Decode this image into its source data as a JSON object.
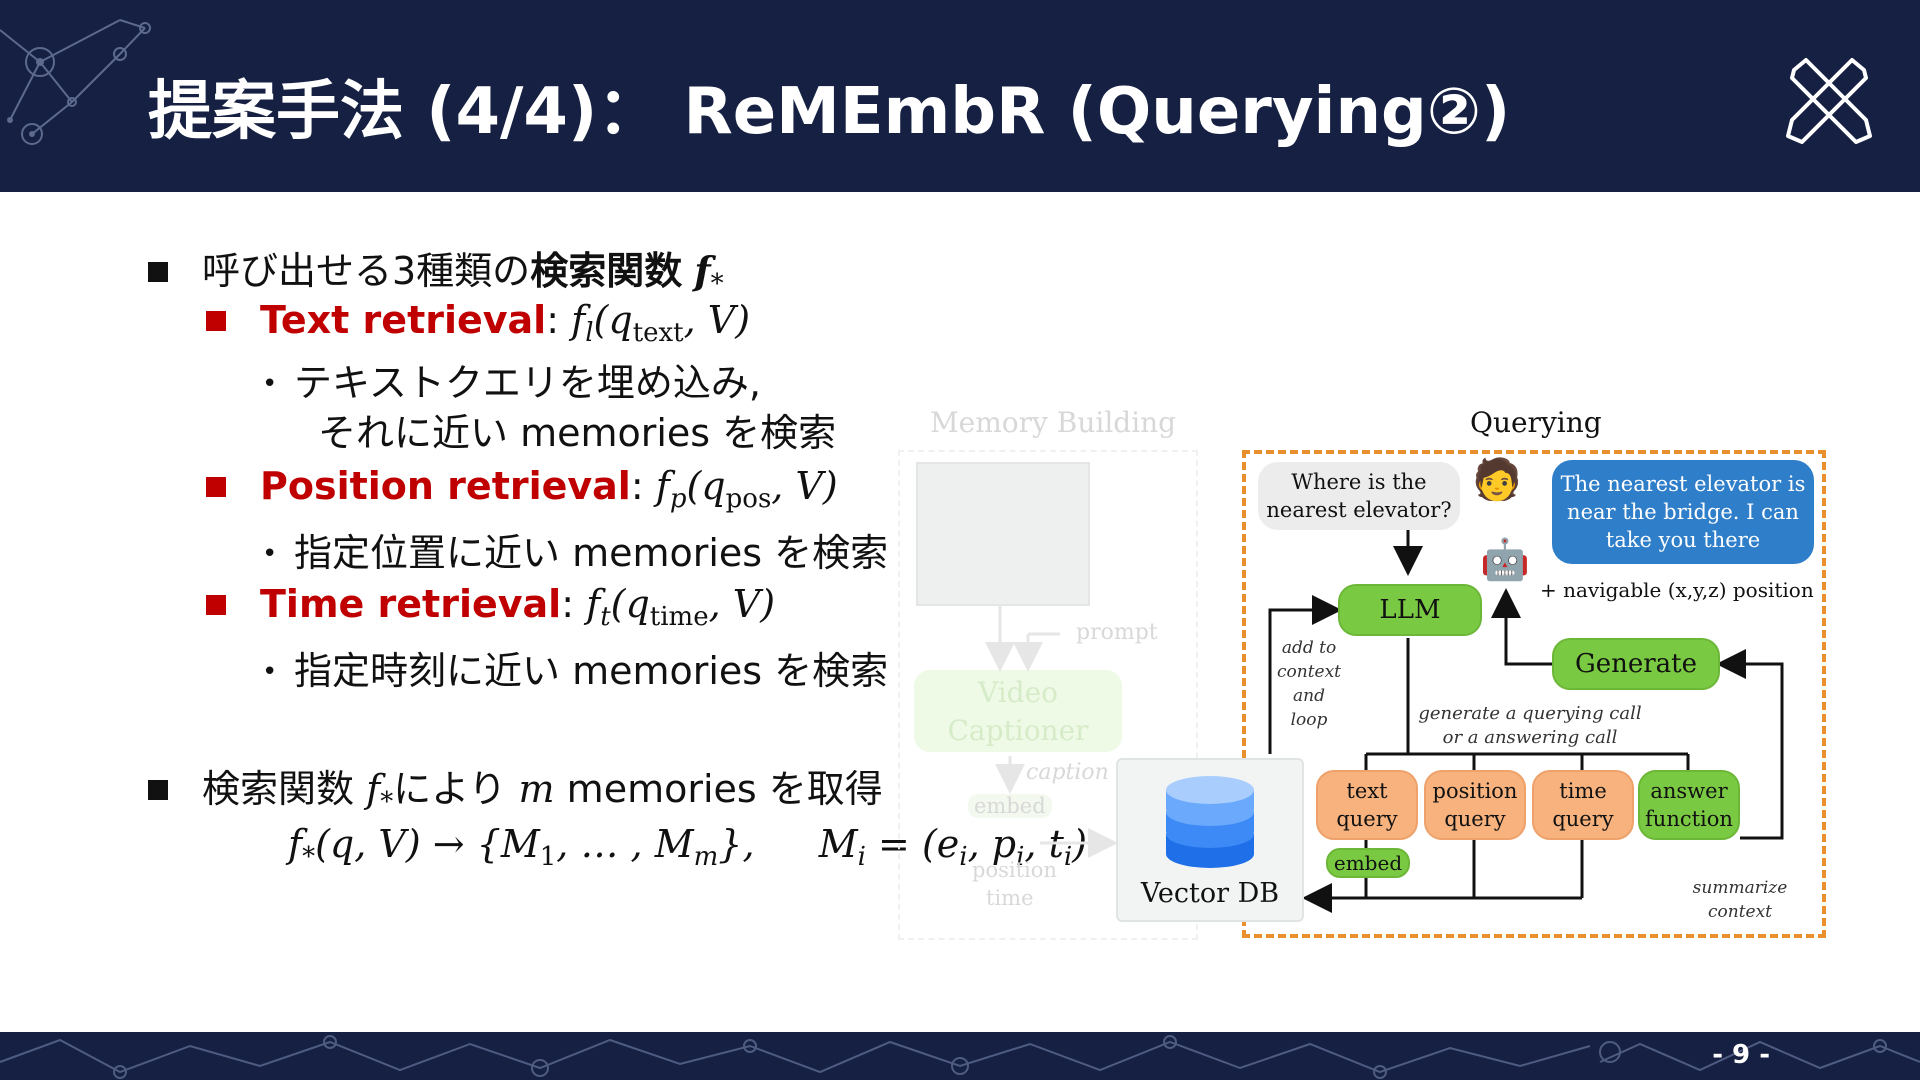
{
  "header": {
    "title": "提案手法 (4/4)： ReMEmbR (Querying②)",
    "logo_icon": "cross-tools-logo-icon",
    "bg_color": "#152042"
  },
  "footer": {
    "page_number": "- 9 -"
  },
  "content": {
    "bullet1": {
      "text": "呼び出せる3種類の",
      "bold": "検索関数",
      "math": "f",
      "math_sub": "*"
    },
    "text_retrieval": {
      "label": "Text retrieval",
      "colon": ":",
      "formula": "f",
      "formula_sub": "l",
      "formula_args": "(q",
      "arg_sub": "text",
      "arg_rest": ", V)",
      "detail_line1": "テキストクエリを埋め込み,",
      "detail_line2": "それに近い memories を検索"
    },
    "position_retrieval": {
      "label": "Position retrieval",
      "colon": ":",
      "formula": "f",
      "formula_sub": "p",
      "formula_args": "(q",
      "arg_sub": "pos",
      "arg_rest": ", V)",
      "detail": "指定位置に近い memories を検索"
    },
    "time_retrieval": {
      "label": "Time retrieval",
      "colon": ":",
      "formula": "f",
      "formula_sub": "t",
      "formula_args": "(q",
      "arg_sub": "time",
      "arg_rest": ", V)",
      "detail": "指定時刻に近い memories を検索"
    },
    "bullet2": {
      "pre": "検索関数",
      "f": "f",
      "f_sub": "*",
      "mid": "により",
      "m": "m",
      "post": "memories を取得"
    },
    "equation": {
      "lhs": "f",
      "lhs_sub": "*",
      "lhs_args": "(q, V) → {M",
      "m1_sub": "1",
      "dots": ", … , M",
      "mm_sub": "m",
      "close": "},",
      "mi": "M",
      "mi_sub": "i",
      "eq": " = (e",
      "e_sub": "i",
      "p": ", p",
      "p_sub": "i",
      "t": ", t",
      "t_sub": "i",
      "end": ")"
    }
  },
  "diagram": {
    "memory_building_title": "Memory Building",
    "prompt": "prompt",
    "video_captioner_line1": "Video",
    "video_captioner_line2": "Captioner",
    "caption": "caption",
    "embed_ghost": "embed",
    "position_ghost": "position",
    "time_ghost": "time",
    "querying_title": "Querying",
    "user_question_line1": "Where is the",
    "user_question_line2": "nearest elevator?",
    "answer_line1": "The nearest elevator is",
    "answer_line2": "near the bridge. I can",
    "answer_line3": "take you there",
    "person_icon": "person-emoji-icon",
    "robot_icon": "robot-emoji-icon",
    "navigable": "+ navigable (x,y,z) position",
    "llm": "LLM",
    "generate": "Generate",
    "add_to_context": [
      "add to",
      "context",
      "and",
      "loop"
    ],
    "generate_call_line1": "generate a querying call",
    "generate_call_line2": "or a answering call",
    "text_query": [
      "text",
      "query"
    ],
    "position_query": [
      "position",
      "query"
    ],
    "time_query": [
      "time",
      "query"
    ],
    "answer_function": [
      "answer",
      "function"
    ],
    "embed": "embed",
    "vector_db": "Vector DB",
    "summarize_context": [
      "summarize",
      "context"
    ],
    "colors": {
      "green": "#7ac943",
      "orange": "#f7b27e",
      "blue": "#2f7ec9",
      "dashed_border": "#e8902c",
      "red_label": "#c00000"
    }
  }
}
